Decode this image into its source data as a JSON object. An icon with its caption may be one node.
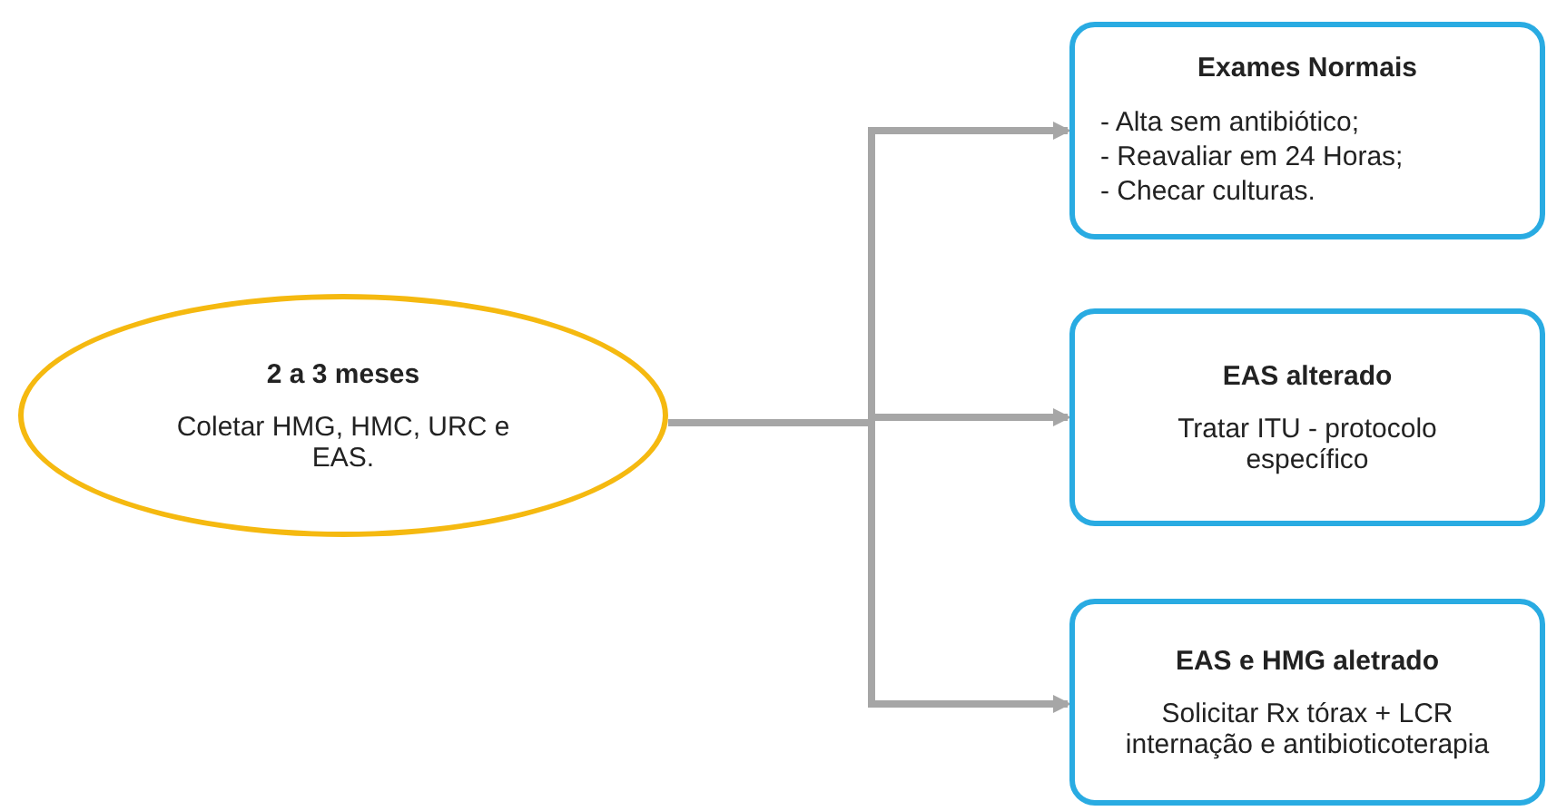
{
  "diagram": {
    "nodes": [
      {
        "text": [
          "2 a 3 meses",
          "Coletar HMG, HMC, URC e EAS."
        ]
      },
      {
        "text": [
          "Exames Normais",
          "- Alta sem antibiótico;",
          "- Reavaliar em 24 Horas;",
          "- Checar culturas."
        ]
      },
      {
        "text": [
          "EAS alterado",
          "Tratar ITU - protocolo específico"
        ]
      },
      {
        "text": [
          "EAS e HMG aletrado",
          "Solicitar Rx tórax + LCR internação e antibioticoterapia"
        ]
      }
    ],
    "edges": [
      {
        "from": 0,
        "to": 1,
        "arrow": "to"
      },
      {
        "from": 0,
        "to": 2,
        "arrow": "to"
      },
      {
        "from": 0,
        "to": 3,
        "arrow": "to"
      }
    ]
  }
}
